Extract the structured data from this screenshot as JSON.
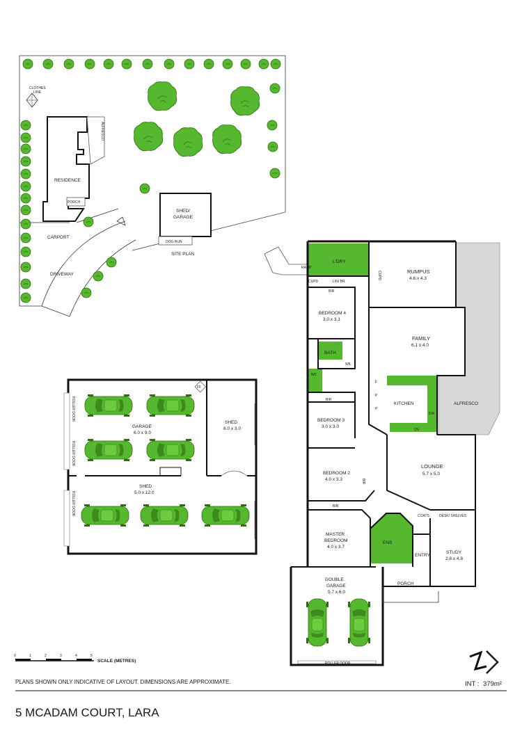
{
  "site": {
    "clothes_line": [
      "CLOTHES",
      "LINE"
    ],
    "residence": "RESIDENCE",
    "alfresco": "ALFRESCO",
    "porch": "PORCH",
    "carport": "CARPORT",
    "driveway": "DRIVEWAY",
    "shed_garage": [
      "SHED/",
      "GARAGE"
    ],
    "dog_run": "DOG RUN",
    "site_plan": "SITE PLAN"
  },
  "outbuilding": {
    "garage": {
      "name": "GARAGE",
      "dims": "6.0 x 9.0"
    },
    "shed_small": {
      "name": "SHED",
      "dims": "6.0 x 3.0"
    },
    "shed_large": {
      "name": "SHED",
      "dims": "5.0 x 12.0"
    },
    "roller_door": "ROLLER DOOR",
    "ff": "FF"
  },
  "house": {
    "ramp": "RAMP",
    "laundry": "L'DRY",
    "cupd": "CUPD",
    "lin_br": "LIN/ BR",
    "bir": "BIR",
    "rumpus": {
      "name": "RUMPUS",
      "dims": "4.6 x 4.3"
    },
    "bedroom4": {
      "name": "BEDROOM 4",
      "dims": "3.0 x 3.1"
    },
    "family": {
      "name": "FAMILY",
      "dims": "6.1 x 4.0"
    },
    "bath": "BATH",
    "wil": "WIL",
    "wc": "WC",
    "kitchen": "KITCHEN",
    "f": "F",
    "p": "P",
    "dw": "DW",
    "ov": "OV",
    "alfresco": "ALFRESCO",
    "bedroom3": {
      "name": "BEDROOM 3",
      "dims": "3.0 x 3.0"
    },
    "lounge": {
      "name": "LOUNGE",
      "dims": "5.7 x 5.0"
    },
    "bedroom2": {
      "name": "BEDROOM 2",
      "dims": "4.0 x 3.3"
    },
    "coats": "COATS",
    "desk_shelves": "DESK/ SHELVES",
    "master": {
      "name1": "MASTER",
      "name2": "BEDROOM",
      "dims": "4.0 x 3.7"
    },
    "ens": "ENS",
    "entry": "ENTRY",
    "study": {
      "name": "STUDY",
      "dims": "2.8 x 4.8"
    },
    "porch": "PORCH",
    "double_garage": {
      "name1": "DOUBLE",
      "name2": "GARAGE",
      "dims": "5.7 x 6.0"
    },
    "roller_door": "ROLLER DOOR"
  },
  "scale": {
    "ticks": [
      "0",
      "1",
      "2",
      "3",
      "4",
      "5"
    ],
    "label": "SCALE (METRES)"
  },
  "footer": {
    "disclaimer": "PLANS SHOWN ONLY INDICATIVE OF LAYOUT. DIMENSIONS ARE APPROXIMATE.",
    "int_label": "INT :",
    "int_value": "379m²",
    "address": "5 MCADAM COURT, LARA"
  },
  "colors": {
    "wet_area": "#55b82e",
    "wall": "#111111",
    "deck": "#d8d8d8"
  }
}
